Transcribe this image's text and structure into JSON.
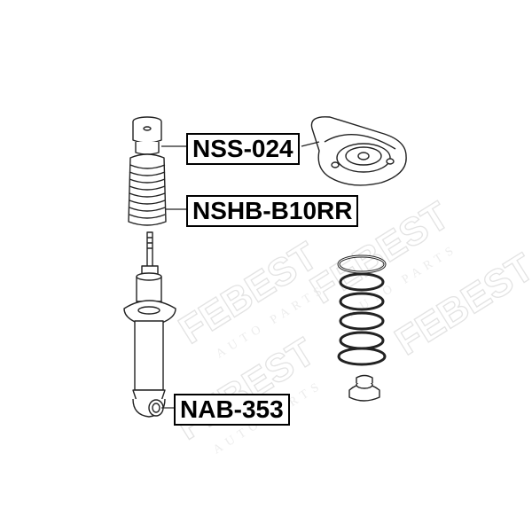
{
  "labels": {
    "top_mount": "NSS-024",
    "boot": "NSHB-B10RR",
    "bushing": "NAB-353"
  },
  "watermark": {
    "brand": "FEBEST",
    "tagline": "AUTO PARTS"
  },
  "colors": {
    "line": "#222222",
    "label_border": "#000000",
    "watermark": "#e3e3e3"
  }
}
